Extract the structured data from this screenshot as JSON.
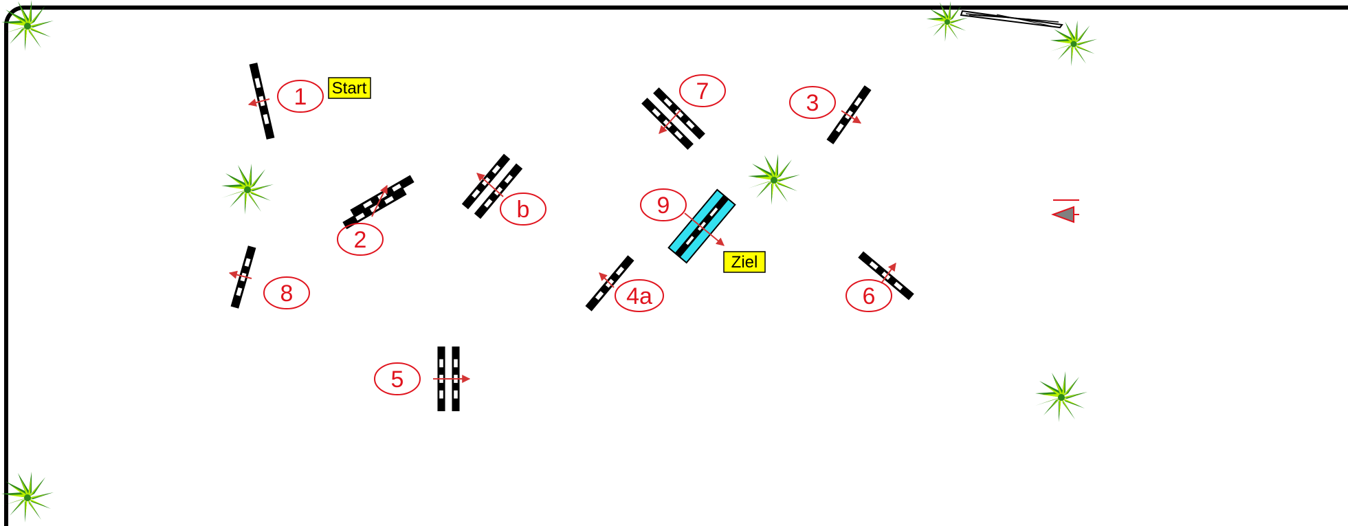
{
  "labels": {
    "start": "Start",
    "ziel": "Ziel"
  },
  "obstacles": {
    "o1": "1",
    "o2": "2",
    "o3": "3",
    "o4a": "4a",
    "o5": "5",
    "o6": "6",
    "o7": "7",
    "o8": "8",
    "o9": "9",
    "ob": "b"
  },
  "colors": {
    "border": "#000000",
    "number": "#e0141e",
    "arrow": "#d43535",
    "label_bg": "#ffff00",
    "finish_fill": "#33e0f0",
    "plant_dark": "#2f8a1c",
    "plant_light": "#b8f000",
    "pole_stripe": "#ffffff"
  }
}
